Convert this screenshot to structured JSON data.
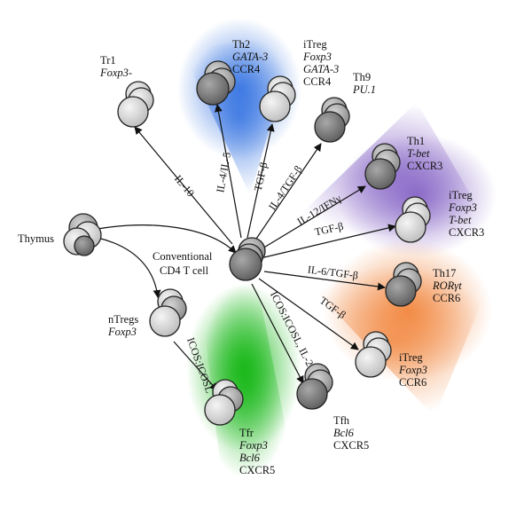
{
  "center": {
    "lines": [
      "Conventional",
      "CD4 T cell"
    ]
  },
  "thymus": {
    "label": "Thymus"
  },
  "subsets": {
    "tr1": {
      "lines": [
        "Tr1",
        "Foxp3-"
      ]
    },
    "th2": {
      "lines": [
        "Th2",
        "GATA-3",
        "CCR4"
      ]
    },
    "itreg_th2": {
      "lines": [
        "iTreg",
        "Foxp3",
        "GATA-3",
        "CCR4"
      ]
    },
    "th9": {
      "lines": [
        "Th9",
        "PU.1"
      ]
    },
    "th1": {
      "lines": [
        "Th1",
        "T-bet",
        "CXCR3"
      ]
    },
    "itreg_th1": {
      "lines": [
        "iTreg",
        "Foxp3",
        "T-bet",
        "CXCR3"
      ]
    },
    "th17": {
      "lines": [
        "Th17",
        "RORγt",
        "CCR6"
      ]
    },
    "itreg_th17": {
      "lines": [
        "iTreg",
        "Foxp3",
        "CCR6"
      ]
    },
    "tfh": {
      "lines": [
        "Tfh",
        "Bcl6",
        "CXCR5"
      ]
    },
    "tfr": {
      "lines": [
        "Tfr",
        "Foxp3",
        "Bcl6",
        "CXCR5"
      ]
    },
    "ntregs": {
      "lines": [
        "nTregs",
        "Foxp3"
      ]
    }
  },
  "edges": {
    "il10": "IL-10",
    "il4il5": "IL-4/IL-5",
    "tgfb_th2": "TGF-β",
    "il4tgfb": "IL-4/TGF-β",
    "il12": "IL-12/IFNγ",
    "tgfb_th1": "TGF-β",
    "il6tgfb": "IL-6/TGF-β",
    "tgfb_th17": "TGF-β",
    "icos_tfh": "ICOS:ICOSL, IL-21",
    "icos_tfr": "ICOS:ICOSL"
  },
  "colors": {
    "th2_region": "#4d7fd8",
    "th1_region": "#8c6fc8",
    "th17_region": "#f08c3c",
    "tfh_region": "#2dc22d",
    "cell_dark": "#6d6d6d",
    "cell_light": "#d8d8d8"
  }
}
